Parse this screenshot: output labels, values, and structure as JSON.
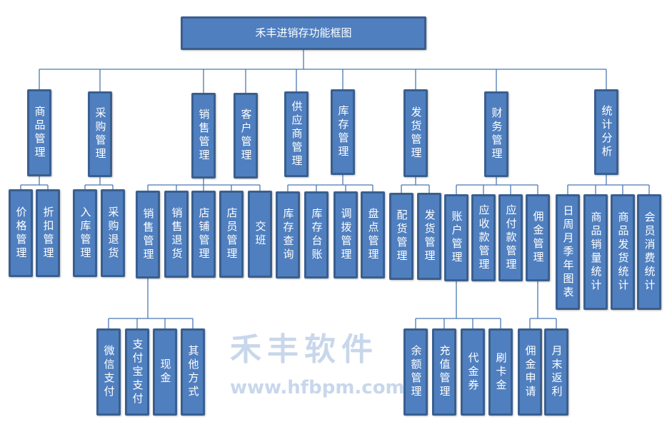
{
  "title": "禾丰进销存功能框图",
  "watermark": {
    "brand": "禾丰软件",
    "url": "www.hfbpm.com"
  },
  "modules": [
    {
      "label": "商品管理",
      "children": [
        {
          "label": "价格管理"
        },
        {
          "label": "折扣管理"
        }
      ]
    },
    {
      "label": "采购管理",
      "children": [
        {
          "label": "入库管理"
        },
        {
          "label": "采购退货"
        }
      ]
    },
    {
      "label": "销售管理",
      "children": [
        {
          "label": "销售管理",
          "children": [
            {
              "label": "微信支付"
            },
            {
              "label": "支付宝支付"
            },
            {
              "label": "现金"
            },
            {
              "label": "其他方式"
            }
          ]
        },
        {
          "label": "销售退货"
        },
        {
          "label": "店铺管理"
        },
        {
          "label": "店员管理"
        },
        {
          "label": "交班"
        }
      ]
    },
    {
      "label": "客户管理"
    },
    {
      "label": "供应商管理"
    },
    {
      "label": "库存管理",
      "children": [
        {
          "label": "库存查询"
        },
        {
          "label": "库存台账"
        },
        {
          "label": "调拨管理"
        },
        {
          "label": "盘点管理"
        }
      ]
    },
    {
      "label": "发货管理",
      "children": [
        {
          "label": "配货管理"
        },
        {
          "label": "发货管理"
        }
      ]
    },
    {
      "label": "财务管理",
      "children": [
        {
          "label": "账户管理",
          "children": [
            {
              "label": "余额管理"
            },
            {
              "label": "充值管理"
            },
            {
              "label": "代金券"
            },
            {
              "label": "刷卡金"
            }
          ]
        },
        {
          "label": "应收款管理"
        },
        {
          "label": "应付款管理"
        },
        {
          "label": "佣金管理",
          "children": [
            {
              "label": "佣金申请"
            },
            {
              "label": "月末返利"
            }
          ]
        }
      ]
    },
    {
      "label": "统计分析",
      "children": [
        {
          "label": "日周月季年图表"
        },
        {
          "label": "商品销量统计"
        },
        {
          "label": "商品发货统计"
        },
        {
          "label": "会员消费统计"
        }
      ]
    }
  ]
}
